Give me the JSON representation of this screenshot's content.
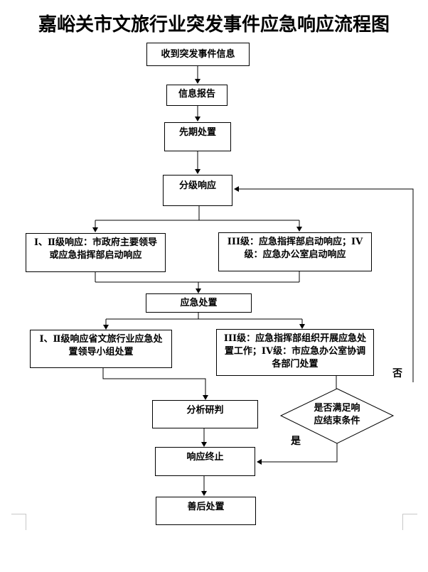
{
  "title": "嘉峪关市文旅行业突发事件应急响应流程图",
  "nodes": {
    "receive": "收到突发事件信息",
    "report": "信息报告",
    "initial": "先期处置",
    "grading": "分级响应",
    "level12_response": "Ⅰ、Ⅱ级响应：市政府主要领导或应急指挥部启动响应",
    "level34_response": "III级：应急指挥部启动响应；IV级：应急办公室启动响应",
    "emergency_handling": "应急处置",
    "level12_handling": "Ⅰ、Ⅱ级响应省文旅行业应急处置领导小组处置",
    "level34_handling": "III级：应急指挥部组织开展应急处置工作；IV级：市应急办公室协调各部门处置",
    "analysis": "分析研判",
    "decision": "是否满足响应结束条件",
    "terminate": "响应终止",
    "aftermath": "善后处置"
  },
  "edge_labels": {
    "yes": "是",
    "no": "否"
  }
}
